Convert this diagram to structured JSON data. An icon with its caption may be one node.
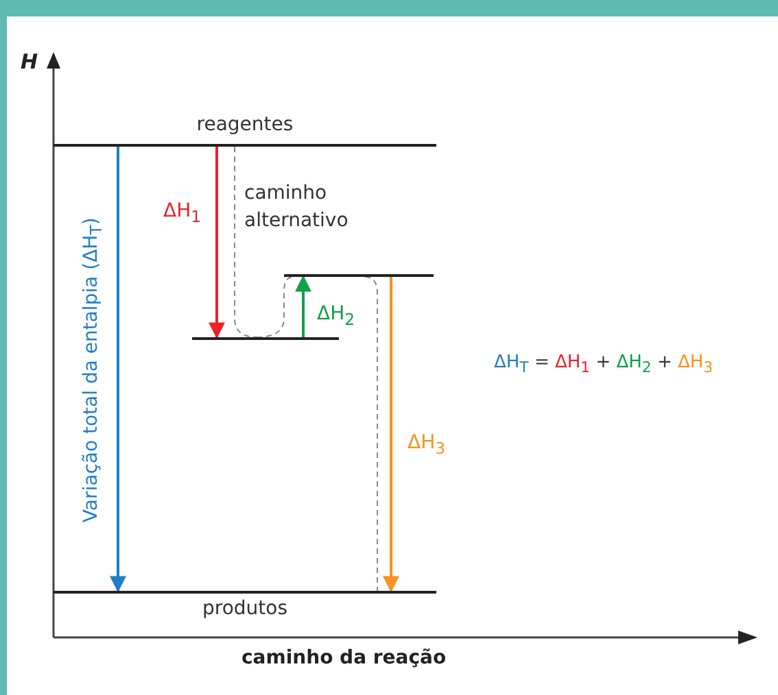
{
  "diagram": {
    "nodes": [
      {
        "text": [
          "reagentes"
        ]
      },
      {
        "text": [],
        "shape": "bar"
      },
      {
        "text": [],
        "shape": "bar"
      },
      {
        "text": [
          "produtos"
        ]
      }
    ],
    "edges": [
      {
        "from": 0,
        "to": 1,
        "arrow": "to",
        "label": "ΔH$_{1}$",
        "color": "#e8242b"
      },
      {
        "from": 1,
        "to": 2,
        "arrow": "to",
        "label": "ΔH$_{2}$",
        "color": "#10a04a"
      },
      {
        "from": 2,
        "to": 3,
        "arrow": "to",
        "label": "ΔH$_{3}$",
        "color": "#f7931e"
      },
      {
        "from": 0,
        "to": 3,
        "arrow": "to",
        "label": "Variação total da entalpia (ΔH$_{T}$)",
        "color": "#1f7fc6"
      },
      {
        "from": 0,
        "to": 1,
        "arrow": "none",
        "style": "dashed",
        "label": "caminho alternativo",
        "color": "#888888"
      },
      {
        "from": 1,
        "to": 2,
        "arrow": "none",
        "style": "dashed",
        "color": "#888888"
      },
      {
        "from": 2,
        "to": 3,
        "arrow": "none",
        "style": "dashed",
        "color": "#888888"
      }
    ],
    "labels": [
      "H",
      "caminho da reação",
      "ΔH$_{T}$ = ΔH$_{1}$ + ΔH$_{2}$ + ΔH$_{3}$"
    ]
  }
}
